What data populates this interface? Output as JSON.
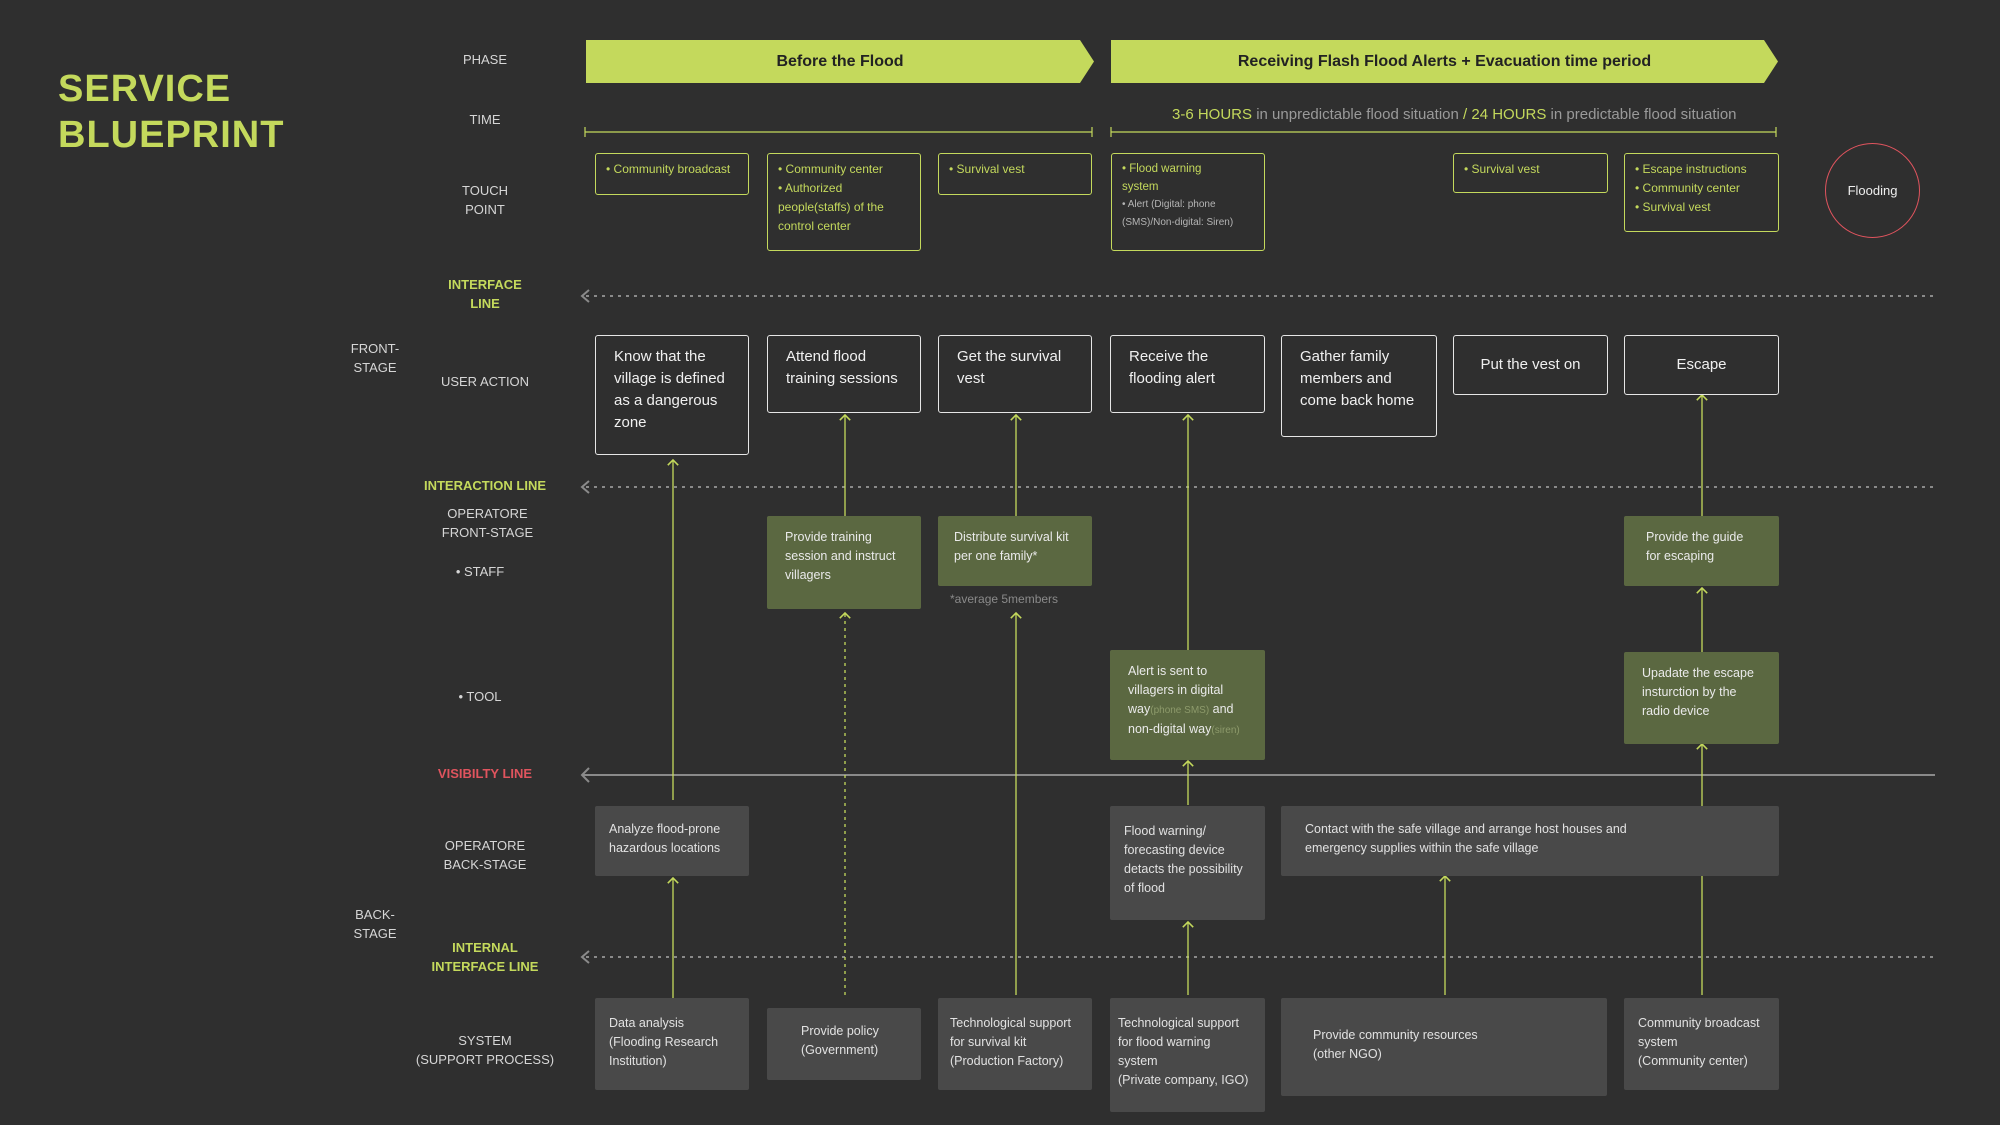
{
  "title": "SERVICE\nBLUEPRINT",
  "labels": {
    "phase": "PHASE",
    "time": "TIME",
    "touch_point": "TOUCH\nPOINT",
    "interface_line": "INTERFACE\nLINE",
    "front_stage": "FRONT-\nSTAGE",
    "user_action": "USER ACTION",
    "interaction_line": "INTERACTION LINE",
    "operator_front_stage": "OPERATORE\nFRONT-STAGE",
    "staff": "•  STAFF",
    "tool": "•  TOOL",
    "visibility_line": "VISIBILTY LINE",
    "operator_back_stage": "OPERATORE\nBACK-STAGE",
    "back_stage": "BACK-\nSTAGE",
    "internal_interface_line": "INTERNAL\nINTERFACE LINE",
    "system": "SYSTEM\n(SUPPORT PROCESS)"
  },
  "phases": [
    "Before the Flood",
    "Receiving Flash Flood Alerts + Evacuation time period"
  ],
  "time": {
    "h1": "3-6 HOURS",
    "t1": " in unpredictable flood situation ",
    "sep": "/",
    "h2": " 24 HOURS",
    "t2": "  in predictable flood situation"
  },
  "touch_points": {
    "tp1": [
      "• Community broadcast"
    ],
    "tp2": [
      "• Community center",
      "• Authorized",
      "  people(staffs) of the",
      "  control center"
    ],
    "tp3": [
      "• Survival vest"
    ],
    "tp4": [
      "• Flood warning",
      "  system",
      "• Alert (Digital: phone",
      "  (SMS)/Non-digital: Siren)"
    ],
    "tp5": [
      "• Survival vest"
    ],
    "tp6": [
      "• Escape instructions",
      "• Community center",
      "• Survival vest"
    ]
  },
  "flooding": "Flooding",
  "user_actions": [
    "Know that the\nvillage is defined\nas a dangerous\nzone",
    "Attend flood\ntraining sessions",
    "Get the survival\nvest",
    "Receive the\nflooding alert",
    "Gather family\nmembers and\ncome back home",
    "Put the vest on",
    "Escape"
  ],
  "staff_actions": {
    "s1": "Provide training\nsession and instruct\nvillagers",
    "s2": "Distribute survival kit\nper one family*",
    "s3": "Provide the guide\nfor escaping"
  },
  "staff_note": "*average 5members",
  "tool_actions": {
    "t1_a": "Alert is sent to\nvillagers in digital\nway",
    "t1_b": "(phone SMS)",
    "t1_c": " and\nnon-digital way",
    "t1_d": "(siren)",
    "t2": "Upadate the escape\ninsturction by the\nradio device"
  },
  "backstage": {
    "b1": "Analyze flood-prone\nhazardous locations",
    "b2": "Flood warning/\nforecasting device\ndetacts the possibility\nof flood",
    "b3": "Contact with the safe village and arrange host houses and\nemergency supplies within the safe village"
  },
  "systems": {
    "sy1": "Data analysis\n(Flooding Research\nInstitution)",
    "sy2": "Provide policy\n(Government)",
    "sy3": "Technological support\nfor survival kit\n(Production Factory)",
    "sy4": "Technological support\nfor flood warning\nsystem\n(Private company, IGO)",
    "sy5": "Provide community resources\n(other NGO)",
    "sy6": "Community broadcast\nsystem\n(Community center)"
  },
  "colors": {
    "background": "#2f2f2f",
    "accent": "#c4d95c",
    "visibility": "#e0545e",
    "staff_box": "#5b6841",
    "back_box": "#494949"
  }
}
